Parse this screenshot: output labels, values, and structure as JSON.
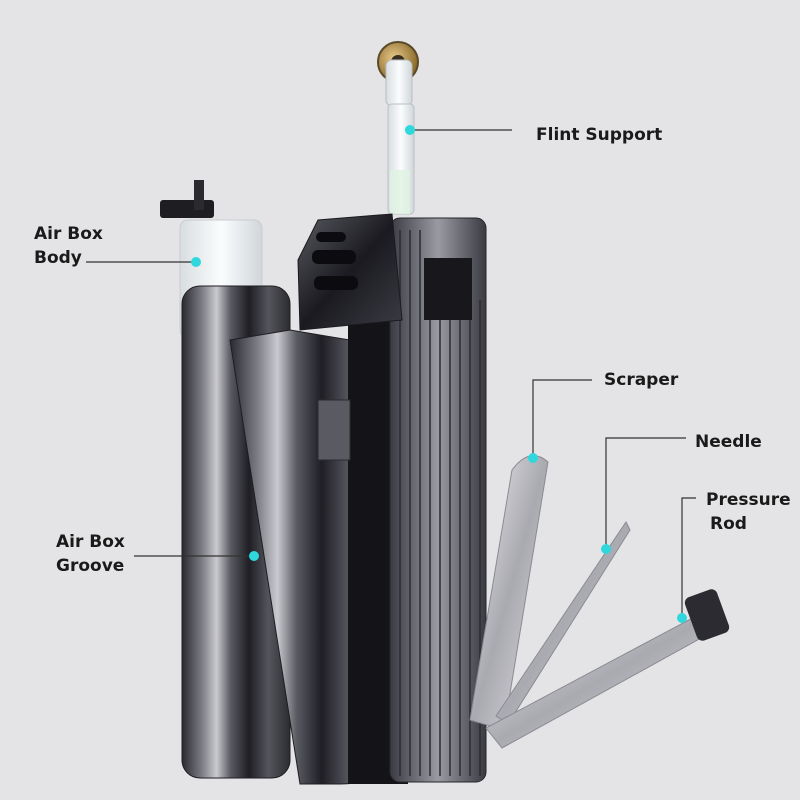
{
  "colors": {
    "background": "#e4e4e6",
    "leader_line": "#333333",
    "marker_dot": "#2fd8dc",
    "steel_dark": "#1c1c20",
    "steel_light": "#d8d8dc"
  },
  "callouts": {
    "flint_support": {
      "label": "Flint Support"
    },
    "air_box_body": {
      "line1": "Air Box",
      "line2": "Body"
    },
    "air_box_groove": {
      "line1": "Air Box",
      "line2": "Groove"
    },
    "scraper": {
      "label": "Scraper"
    },
    "needle": {
      "label": "Needle"
    },
    "pressure_rod": {
      "line1": "Pressure",
      "line2": "Rod"
    }
  }
}
